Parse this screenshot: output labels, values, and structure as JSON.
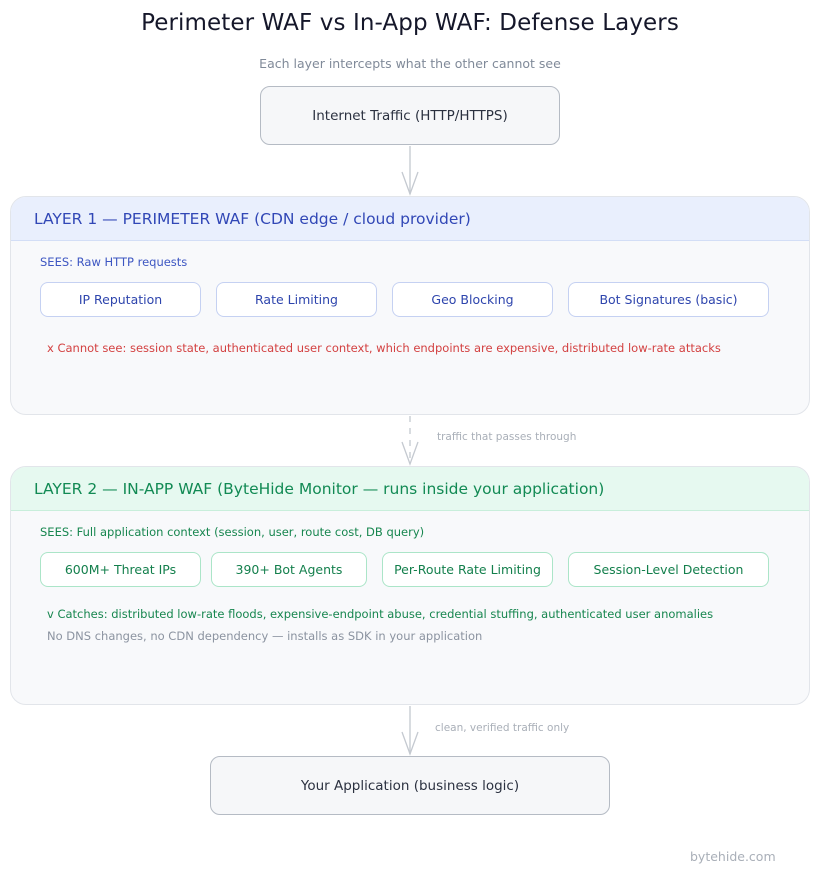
{
  "title": "Perimeter WAF vs In-App WAF: Defense Layers",
  "subtitle": "Each layer intercepts what the other cannot see",
  "internet_node": {
    "label": "Internet Traffic (HTTP/HTTPS)"
  },
  "layer1": {
    "header": "LAYER 1 — PERIMETER WAF  (CDN edge / cloud provider)",
    "sees": "SEES: Raw HTTP requests",
    "chips": [
      "IP Reputation",
      "Rate Limiting",
      "Geo Blocking",
      "Bot Signatures (basic)"
    ],
    "cannot_see": "x  Cannot see: session state, authenticated user context, which endpoints are expensive, distributed low-rate attacks"
  },
  "connector_passes": "traffic that passes through",
  "layer2": {
    "header": "LAYER 2 — IN-APP WAF  (ByteHide Monitor — runs inside your application)",
    "sees": "SEES: Full application context (session, user, route cost, DB query)",
    "chips": [
      "600M+ Threat IPs",
      "390+ Bot Agents",
      "Per-Route Rate Limiting",
      "Session-Level Detection"
    ],
    "catches": "v  Catches: distributed low-rate floods, expensive-endpoint abuse, credential stuffing, authenticated user anomalies",
    "install_note": "No DNS changes, no CDN dependency — installs as SDK in your application"
  },
  "connector_clean": "clean, verified traffic only",
  "app_node": {
    "label": "Your Application (business logic)"
  },
  "footer": "bytehide.com",
  "colors": {
    "layer1_accent": "#3147b6",
    "layer2_accent": "#128a54",
    "warning": "#d34141",
    "muted": "#a9afb8"
  }
}
